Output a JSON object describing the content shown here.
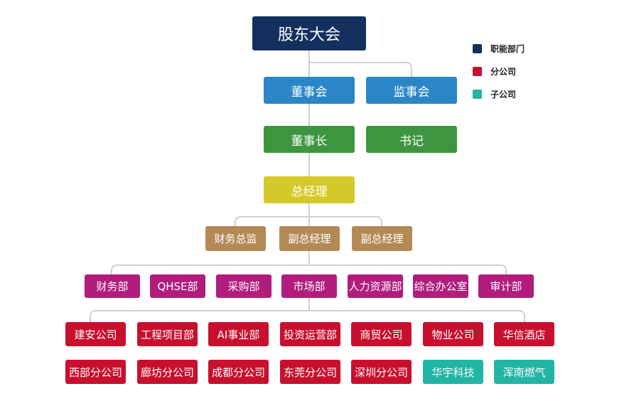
{
  "colors": {
    "functional": "#13305e",
    "branch": "#c8102e",
    "subsidiary": "#21b5a5",
    "board": "#2b86c8",
    "chair": "#3d963f",
    "gm": "#d5c92a",
    "exec": "#b38a55",
    "dept": "#b01d7d",
    "connector": "#d0d0d0"
  },
  "top": {
    "label": "股东大会"
  },
  "boards": [
    {
      "label": "董事会"
    },
    {
      "label": "监事会"
    }
  ],
  "chairs": [
    {
      "label": "董事长"
    },
    {
      "label": "书记"
    }
  ],
  "gm": {
    "label": "总经理"
  },
  "execs": [
    {
      "label": "财务总监"
    },
    {
      "label": "副总经理"
    },
    {
      "label": "副总经理"
    }
  ],
  "departments": [
    {
      "label": "财务部"
    },
    {
      "label": "QHSE部"
    },
    {
      "label": "采购部"
    },
    {
      "label": "市场部"
    },
    {
      "label": "人力资源部"
    },
    {
      "label": "综合办公室"
    },
    {
      "label": "审计部"
    }
  ],
  "companies_row1": [
    {
      "label": "建安公司"
    },
    {
      "label": "工程项目部"
    },
    {
      "label": "AI事业部"
    },
    {
      "label": "投资运营部"
    },
    {
      "label": "商贸公司"
    },
    {
      "label": "物业公司"
    },
    {
      "label": "华信酒店"
    }
  ],
  "companies_row2": [
    {
      "label": "西部分公司",
      "kind": "branch"
    },
    {
      "label": "廊坊分公司",
      "kind": "branch"
    },
    {
      "label": "成都分公司",
      "kind": "branch"
    },
    {
      "label": "东莞分公司",
      "kind": "branch"
    },
    {
      "label": "深圳分公司",
      "kind": "branch"
    },
    {
      "label": "华宇科技",
      "kind": "subsidiary"
    },
    {
      "label": "浑南燃气",
      "kind": "subsidiary"
    }
  ],
  "legend": [
    {
      "label": "职能部门",
      "color": "#13305e"
    },
    {
      "label": "分公司",
      "color": "#c8102e"
    },
    {
      "label": "子公司",
      "color": "#21b5a5"
    }
  ]
}
